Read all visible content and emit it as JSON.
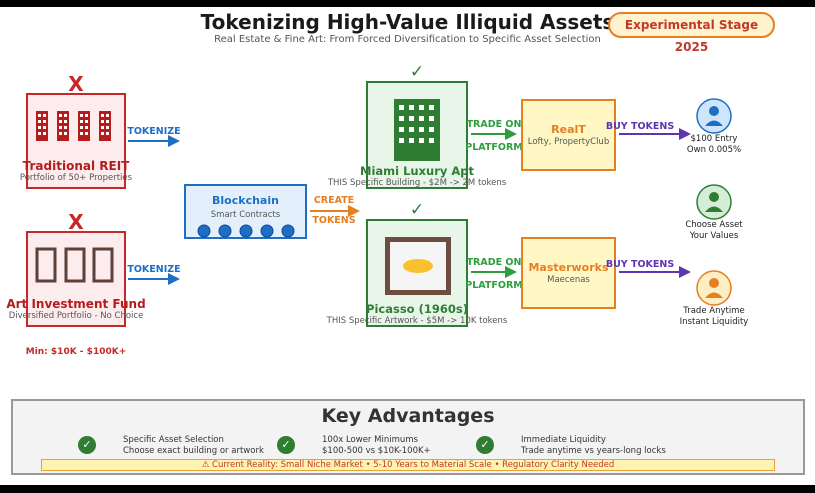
{
  "title": "Tokenizing High-Value Illiquid Assets",
  "subtitle": "Real Estate & Fine Art: From Forced Diversification to Specific Asset Selection",
  "stage_badge": "Experimental Stage 2025",
  "reit": {
    "mark": "X",
    "title": "Traditional REIT",
    "desc": "Portfolio of 50+ Properties"
  },
  "art_fund": {
    "mark": "X",
    "title": "Art Investment Fund",
    "desc": "Diversified Portfolio - No Choice",
    "min": "Min: $10K - $100K+"
  },
  "tokenize_label": "TOKENIZE",
  "blockchain": {
    "title": "Blockchain",
    "desc": "Smart Contracts"
  },
  "create_tokens_label": [
    "CREATE",
    "TOKENS"
  ],
  "miami": {
    "mark": "✓",
    "title": "Miami Luxury Apt",
    "desc": "THIS Specific Building - $2M -> 2M tokens"
  },
  "picasso": {
    "mark": "✓",
    "title": "Picasso (1960s)",
    "desc": "THIS Specific Artwork - $5M -> 10K tokens"
  },
  "trade_label": [
    "TRADE ON",
    "PLATFORM"
  ],
  "realt": {
    "title": "RealT",
    "desc": "Lofty, PropertyClub"
  },
  "masterworks": {
    "title": "Masterworks",
    "desc": "Maecenas"
  },
  "buy_label": "BUY TOKENS",
  "investors": [
    {
      "line1": "$100 Entry",
      "line2": "Own 0.005%",
      "color": "#1e6fc4",
      "fill": "#cfe5fb"
    },
    {
      "line1": "Choose Asset",
      "line2": "Your Values",
      "color": "#2e7d32",
      "fill": "#d4edd6"
    },
    {
      "line1": "Trade Anytime",
      "line2": "Instant Liquidity",
      "color": "#e67e22",
      "fill": "#fdefc3"
    }
  ],
  "advantages": {
    "title": "Key Advantages",
    "items": [
      {
        "line1": "Specific Asset Selection",
        "line2": "Choose exact building or artwork"
      },
      {
        "line1": "100x Lower Minimums",
        "line2": "$100-500 vs $10K-100K+"
      },
      {
        "line1": "Immediate Liquidity",
        "line2": "Trade anytime vs years-long locks"
      }
    ],
    "warning": "⚠ Current Reality: Small Niche Market • 5-10 Years to Material Scale • Regulatory Clarity Needed"
  },
  "colors": {
    "red": "#c62828",
    "blue": "#1e6fc4",
    "green": "#2e7d32",
    "orange": "#e67e22",
    "purple": "#5e35b1"
  }
}
